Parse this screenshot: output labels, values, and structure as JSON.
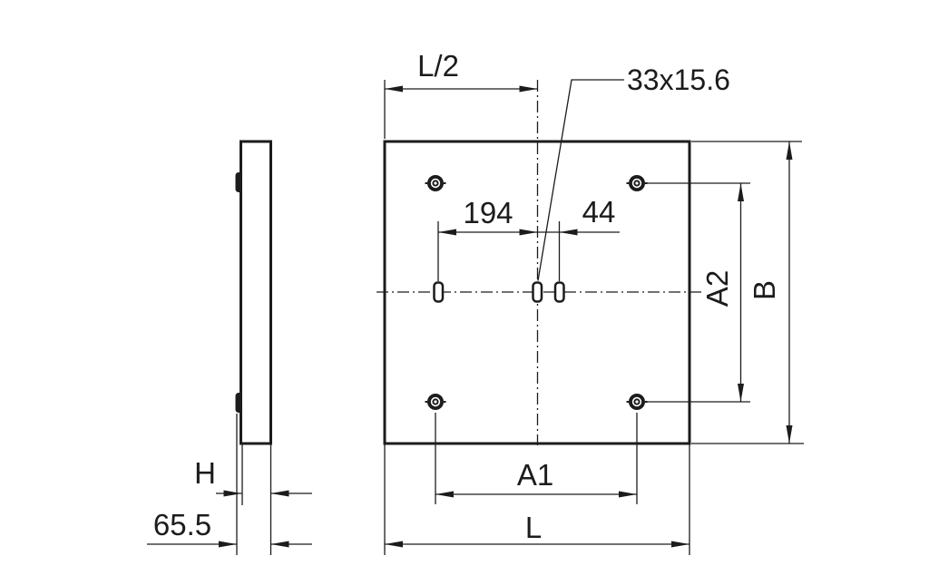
{
  "page": {
    "background": "#ffffff"
  },
  "drawing": {
    "ink_color": "#1c1c1c",
    "side_view": {
      "height_label": "H",
      "depth_label": "65.5"
    },
    "front_view": {
      "half_length_label": "L/2",
      "cutout_label": "33x15.6",
      "cutout_offset_label": "194",
      "cutout_spacing_label": "44",
      "fixing_distance_horizontal_label": "A1",
      "fixing_distance_vertical_label": "A2",
      "length_label": "L",
      "width_label": "B"
    }
  }
}
